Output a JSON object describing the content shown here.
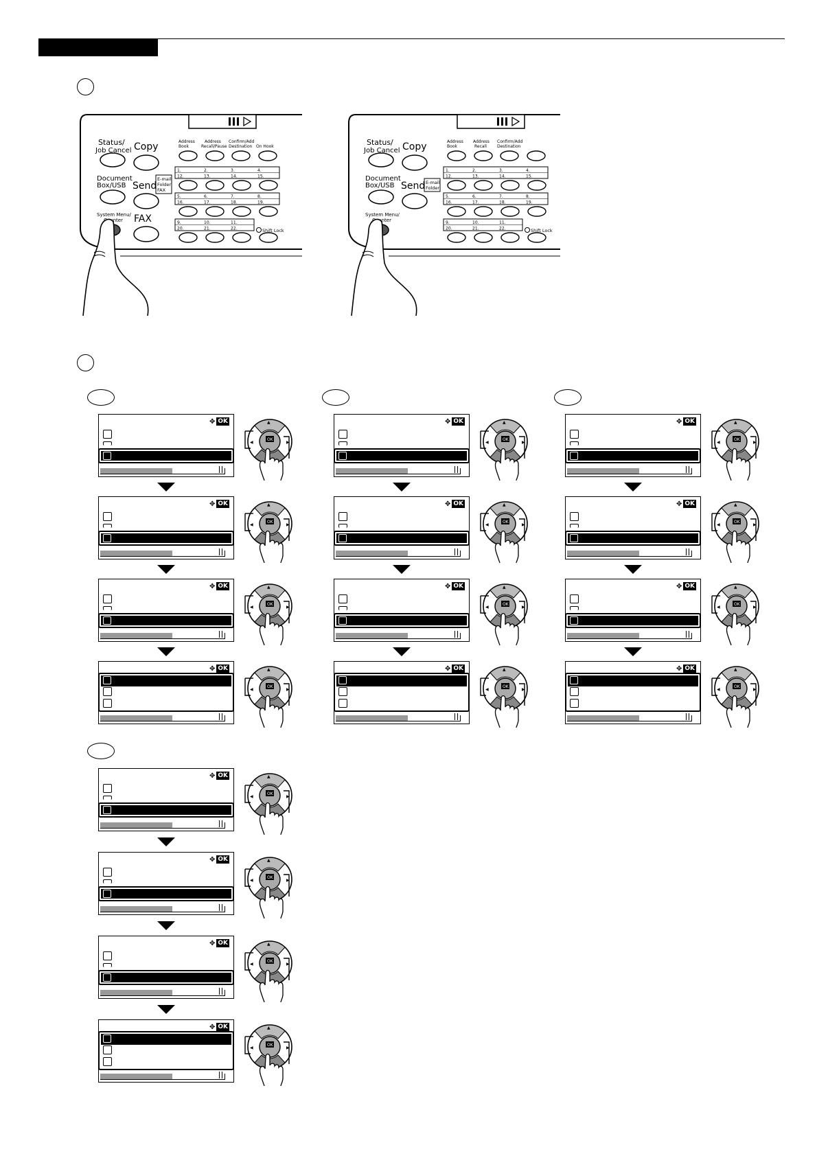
{
  "header": {
    "section_label": ""
  },
  "steps": [
    {
      "id": "step-1",
      "number": ""
    },
    {
      "id": "step-2",
      "number": ""
    }
  ],
  "panel_left": {
    "keys": {
      "status": "Status/",
      "job_cancel": "Job Cancel",
      "copy": "Copy",
      "document": "Document",
      "box_usb": "Box/USB",
      "send": "Send",
      "send_tag_1": "E-mail",
      "send_tag_2": "Folder",
      "send_tag_3": "FAX",
      "system_menu": "System Menu/",
      "counter": "Counter",
      "fax": "FAX",
      "address_book_1": "Address",
      "address_book_2": "Book",
      "address_recall_1": "Address",
      "address_recall_2": "Recall/Pause",
      "confirm_add_1": "Confirm/Add",
      "confirm_add_2": "Destination",
      "on_hook": "On Hook",
      "shift_lock": "Shift Lock"
    },
    "one_touch": [
      [
        "1.",
        "2.",
        "3.",
        "4."
      ],
      [
        "12.",
        "13.",
        "14.",
        "15."
      ],
      [
        "5.",
        "6.",
        "7.",
        "8."
      ],
      [
        "16.",
        "17.",
        "18.",
        "19."
      ],
      [
        "9.",
        "10.",
        "11.",
        ""
      ],
      [
        "20.",
        "21.",
        "22.",
        ""
      ]
    ]
  },
  "panel_right": {
    "keys": {
      "status": "Status/",
      "job_cancel": "Job Cancel",
      "copy": "Copy",
      "document": "Document",
      "box_usb": "Box/USB",
      "send": "Send",
      "send_tag_1": "E-mail",
      "send_tag_2": "Folder",
      "system_menu": "System Menu/",
      "counter": "Counter",
      "address_book_1": "Address",
      "address_book_2": "Book",
      "address_recall_1": "Address",
      "address_recall_2": "Recall",
      "confirm_add_1": "Confirm/Add",
      "confirm_add_2": "Destination",
      "shift_lock": "Shift Lock"
    },
    "one_touch": [
      [
        "1.",
        "2.",
        "3.",
        "4."
      ],
      [
        "12.",
        "13.",
        "14.",
        "15."
      ],
      [
        "5.",
        "6.",
        "7.",
        "8."
      ],
      [
        "16.",
        "17.",
        "18.",
        "19."
      ],
      [
        "9.",
        "10.",
        "11.",
        ""
      ],
      [
        "20.",
        "21.",
        "22.",
        ""
      ]
    ]
  },
  "lcd": {
    "ok_label": "OK"
  },
  "keypad": {
    "center_label": "OK"
  },
  "sequences": [
    {
      "id": "seq-a",
      "label": ""
    },
    {
      "id": "seq-b",
      "label": ""
    },
    {
      "id": "seq-c",
      "label": ""
    },
    {
      "id": "seq-d",
      "label": ""
    }
  ]
}
